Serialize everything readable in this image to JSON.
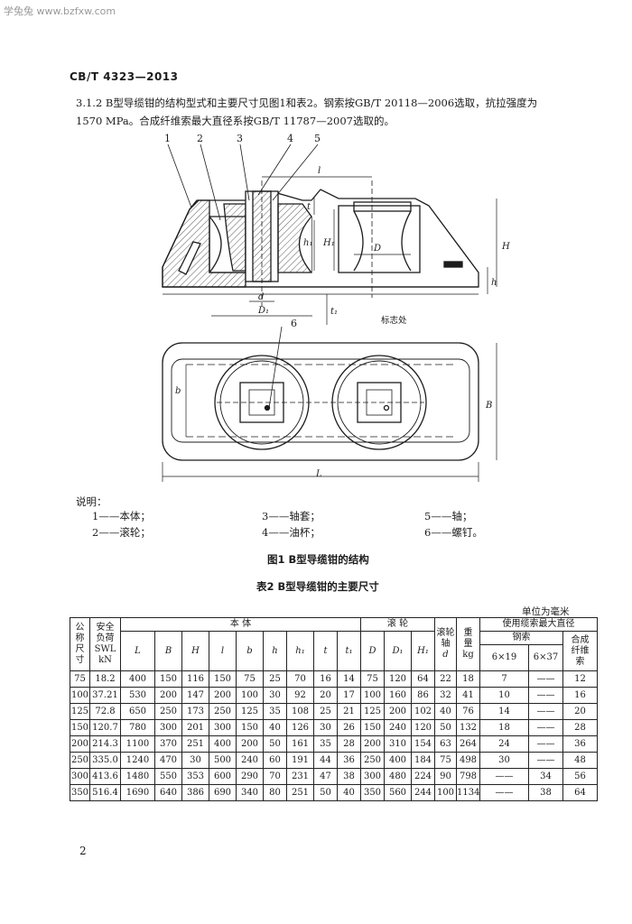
{
  "watermark": "学兔兔 www.bzfxw.com",
  "header": "CB/T 4323—2013",
  "paragraph": {
    "line1": "3.1.2   B型导缆钳的结构型式和主要尺寸见图1和表2。钢索按GB/T 20118—2006选取，抗拉强度为",
    "line2": "1570 MPa。合成纤维索最大直径系按GB/T 11787—2007选取的。"
  },
  "figure": {
    "callouts": [
      "1",
      "2",
      "3",
      "4",
      "5",
      "6"
    ],
    "dimension_labels": {
      "l": "l",
      "t": "t",
      "h1": "h₁",
      "H1": "H₁",
      "D": "D",
      "H": "H",
      "h": "h",
      "d": "d",
      "D1": "D₁",
      "t1": "t₁",
      "b": "b",
      "B": "B",
      "L": "L"
    },
    "marker_text": "标志处"
  },
  "legend": {
    "title": "说明：",
    "items": [
      "1——本体；",
      "3——轴套；",
      "5——轴；",
      "2——滚轮；",
      "4——油杯；",
      "6——螺钉。"
    ]
  },
  "figure_caption": "图1   B型导缆钳的结构",
  "table_caption": "表2   B型导缆钳的主要尺寸",
  "unit_note": "单位为毫米",
  "table": {
    "headers": {
      "nominal": [
        "公",
        "称",
        "尺",
        "寸"
      ],
      "load": [
        "安全",
        "负荷",
        "SWL",
        "kN"
      ],
      "body_group": "本      体",
      "roller_group": "滚      轮",
      "body_cols": [
        "L",
        "B",
        "H",
        "l",
        "b",
        "h",
        "h₁",
        "t",
        "t₁"
      ],
      "roller_cols": [
        "D",
        "D₁",
        "H₁"
      ],
      "axle": [
        "滚轮",
        "轴",
        "d"
      ],
      "weight": [
        "重",
        "量",
        "kg"
      ],
      "rope_group": "使用缆索最大直径",
      "steel_rope": "钢索",
      "steel_cols": [
        "6×19",
        "6×37"
      ],
      "synthetic": [
        "合成",
        "纤维",
        "索"
      ]
    },
    "rows": [
      [
        "75",
        "18.2",
        "400",
        "150",
        "116",
        "150",
        "75",
        "25",
        "70",
        "16",
        "14",
        "75",
        "120",
        "64",
        "22",
        "18",
        "7",
        "——",
        "12"
      ],
      [
        "100",
        "37.21",
        "530",
        "200",
        "147",
        "200",
        "100",
        "30",
        "92",
        "20",
        "17",
        "100",
        "160",
        "86",
        "32",
        "41",
        "10",
        "——",
        "16"
      ],
      [
        "125",
        "72.8",
        "650",
        "250",
        "173",
        "250",
        "125",
        "35",
        "108",
        "25",
        "21",
        "125",
        "200",
        "102",
        "40",
        "76",
        "14",
        "——",
        "20"
      ],
      [
        "150",
        "120.7",
        "780",
        "300",
        "201",
        "300",
        "150",
        "40",
        "126",
        "30",
        "26",
        "150",
        "240",
        "120",
        "50",
        "132",
        "18",
        "——",
        "28"
      ],
      [
        "200",
        "214.3",
        "1100",
        "370",
        "251",
        "400",
        "200",
        "50",
        "161",
        "35",
        "28",
        "200",
        "310",
        "154",
        "63",
        "264",
        "24",
        "——",
        "36"
      ],
      [
        "250",
        "335.0",
        "1240",
        "470",
        "30",
        "500",
        "240",
        "60",
        "191",
        "44",
        "36",
        "250",
        "400",
        "184",
        "75",
        "498",
        "30",
        "——",
        "48"
      ],
      [
        "300",
        "413.6",
        "1480",
        "550",
        "353",
        "600",
        "290",
        "70",
        "231",
        "47",
        "38",
        "300",
        "480",
        "224",
        "90",
        "798",
        "——",
        "34",
        "56"
      ],
      [
        "350",
        "516.4",
        "1690",
        "640",
        "386",
        "690",
        "340",
        "80",
        "251",
        "50",
        "40",
        "350",
        "560",
        "244",
        "100",
        "1134",
        "——",
        "38",
        "64"
      ]
    ]
  },
  "page_number": "2"
}
